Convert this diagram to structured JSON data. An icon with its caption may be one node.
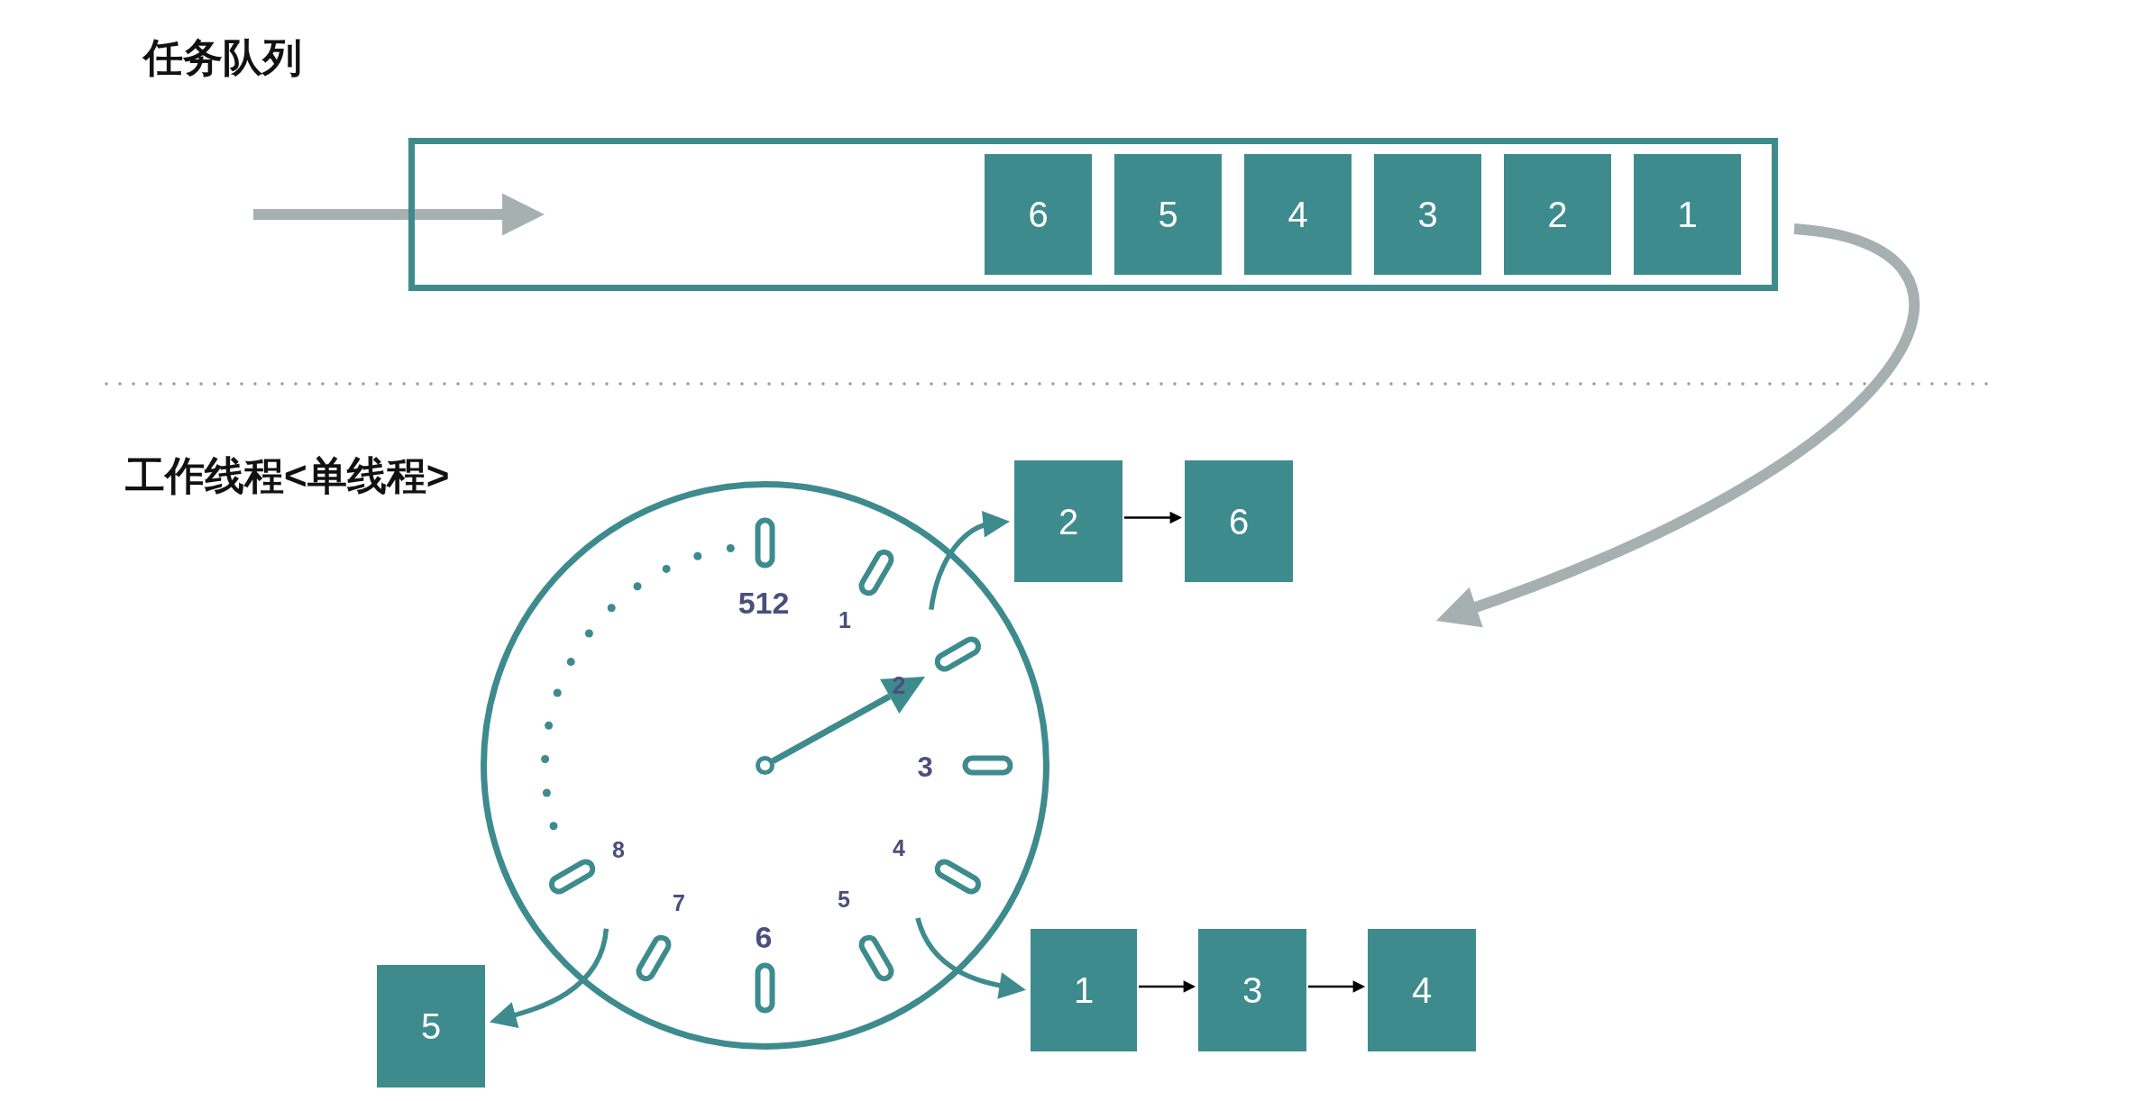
{
  "diagram": {
    "nodes": [
      {
        "text": [],
        "shape": "box"
      },
      {
        "text": [
          "6"
        ],
        "in": 0
      },
      {
        "text": [
          "5"
        ],
        "in": 0
      },
      {
        "text": [
          "4"
        ],
        "in": 0
      },
      {
        "text": [
          "3"
        ],
        "in": 0
      },
      {
        "text": [
          "2"
        ],
        "in": 0
      },
      {
        "text": [
          "1"
        ],
        "in": 0
      },
      {
        "text": [
          "512",
          "1",
          "2",
          "3",
          "4",
          "5",
          "6",
          "7",
          "8"
        ]
      },
      {
        "text": [
          "2"
        ]
      },
      {
        "text": [
          "6"
        ]
      },
      {
        "text": [
          "1"
        ]
      },
      {
        "text": [
          "3"
        ]
      },
      {
        "text": [
          "4"
        ]
      },
      {
        "text": [
          "5"
        ]
      }
    ],
    "edges": [
      {
        "from": null,
        "to": 0,
        "arrow": "to",
        "style": "thick",
        "color": "#a6b0b1"
      },
      {
        "from": 0,
        "to": null,
        "arrow": "to",
        "style": "thick",
        "color": "#a6b0b1"
      },
      {
        "from": 7,
        "to": 8,
        "arrow": "to",
        "color": "#3e8b8e"
      },
      {
        "from": 8,
        "to": 9,
        "arrow": "to",
        "color": "#000000"
      },
      {
        "from": 7,
        "to": 10,
        "arrow": "to",
        "color": "#3e8b8e"
      },
      {
        "from": 10,
        "to": 11,
        "arrow": "to",
        "color": "#000000"
      },
      {
        "from": 11,
        "to": 12,
        "arrow": "to",
        "color": "#000000"
      },
      {
        "from": 7,
        "to": 13,
        "arrow": "to",
        "color": "#3e8b8e"
      }
    ],
    "labels": [
      "任务队列",
      "工作线程<单线程>"
    ]
  }
}
